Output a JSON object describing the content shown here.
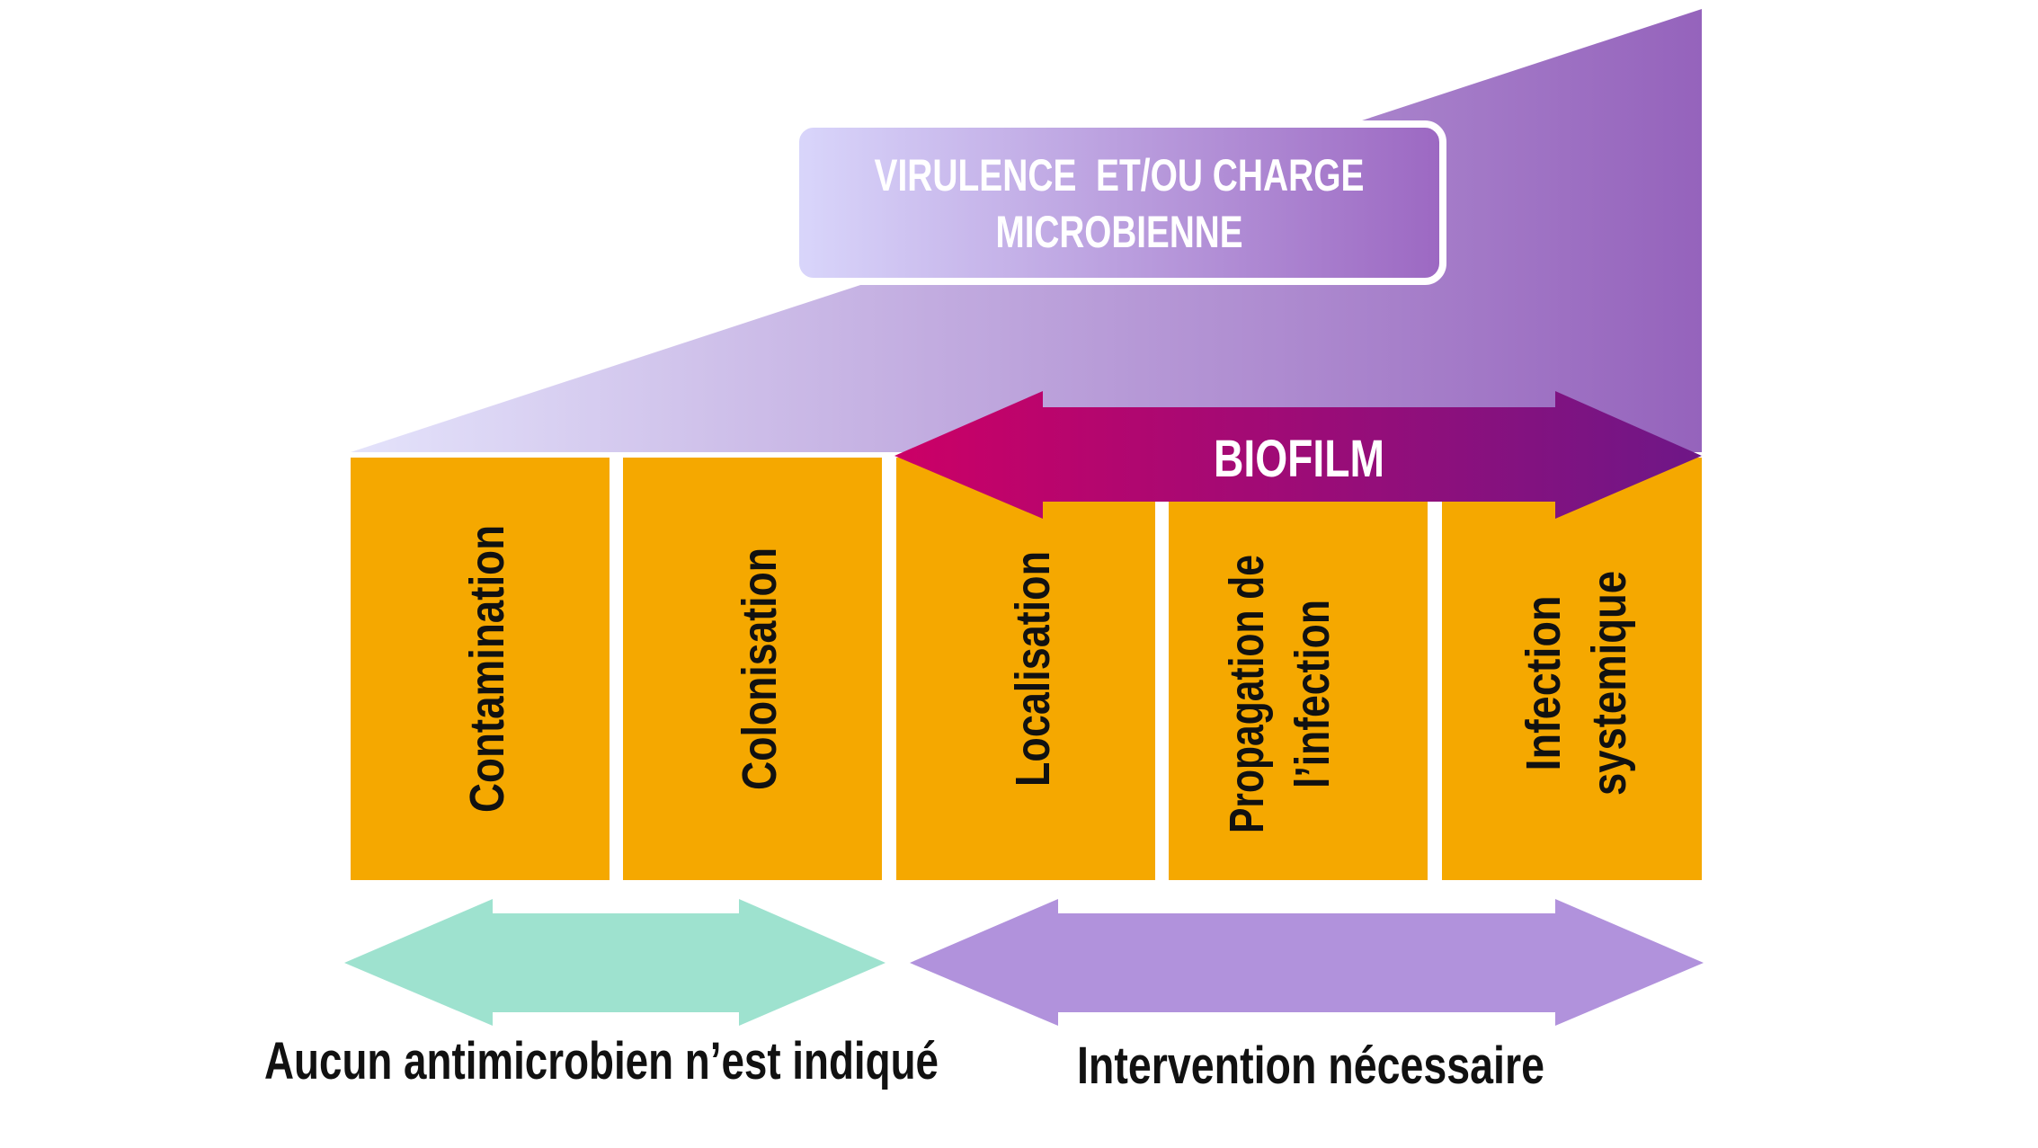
{
  "header": {
    "label_line1": "VIRULENCE  ET/OU CHARGE",
    "label_line2": "MICROBIENNE"
  },
  "biofilm": {
    "label": "BIOFILM"
  },
  "stages": [
    {
      "lines": [
        "Contamination"
      ]
    },
    {
      "lines": [
        "Colonisation"
      ]
    },
    {
      "lines": [
        "Localisation"
      ]
    },
    {
      "lines": [
        "Propagation de",
        "l’infection"
      ]
    },
    {
      "lines": [
        "Infection",
        "systemique"
      ]
    }
  ],
  "bottom": {
    "left_label": "Aucun antimicrobien n’est indiqué",
    "right_label": "Intervention nécessaire"
  },
  "colors": {
    "stage_fill": "#F5A800",
    "wedge_light": "#E2E0FA",
    "wedge_dark": "#9563BC",
    "biofilm_start": "#CC0066",
    "biofilm_end": "#6E1787",
    "left_arrow": "#9EE2CF",
    "right_arrow": "#B192DC"
  }
}
